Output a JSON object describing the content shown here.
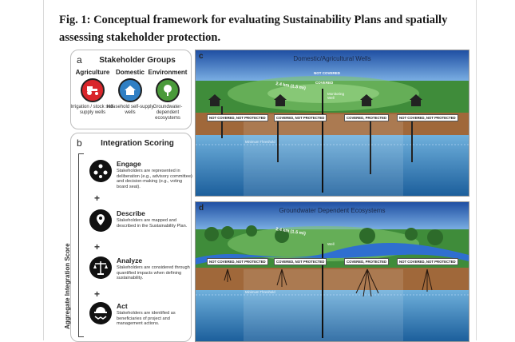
{
  "caption": "Fig. 1: Conceptual framework for evaluating Sustainability Plans and spatially assessing stakeholder protection.",
  "panel_a": {
    "letter": "a",
    "title": "Stakeholder Groups",
    "groups": [
      {
        "heading": "Agriculture",
        "desc": "Irrigation / stock self-supply wells",
        "color": "#d9262b",
        "icon": "tractor-icon"
      },
      {
        "heading": "Domestic",
        "desc": "Household self-supply wells",
        "color": "#2f7fc4",
        "icon": "house-tap-icon"
      },
      {
        "heading": "Environment",
        "desc": "Groundwater-dependent ecosystems",
        "color": "#4a9a3a",
        "icon": "tree-icon"
      }
    ]
  },
  "panel_b": {
    "letter": "b",
    "title": "Integration Scoring",
    "vertical_label": "Aggregate Integration Score",
    "plus": "+",
    "steps": [
      {
        "title": "Engage",
        "desc": "Stakeholders are represented in deliberation (e.g., advisory committee) and decision-making (e.g., voting board seat).",
        "icon": "people-network-icon"
      },
      {
        "title": "Describe",
        "desc": "Stakeholders are mapped and described in the Sustainability Plan.",
        "icon": "map-pin-icon"
      },
      {
        "title": "Analyze",
        "desc": "Stakeholders are considered through quantified impacts when defining sustainability.",
        "icon": "scale-icon"
      },
      {
        "title": "Act",
        "desc": "Stakeholders are identified as beneficiaries of project and management actions.",
        "icon": "handshake-hardhat-icon"
      }
    ]
  },
  "panel_c": {
    "letter": "c",
    "title": "Domestic/Agricultural Wells",
    "not_covered": "NOT COVERED",
    "covered": "COVERED",
    "distance": "2.4 km (1.5 mi)",
    "monitoring_well": "Monitoring Well",
    "well": "Well",
    "min_threshold": "Minimum Threshold",
    "tags": [
      "NOT COVERED, NOT PROTECTED",
      "COVERED, NOT PROTECTED",
      "COVERED, PROTECTED",
      "NOT COVERED, NOT PROTECTED"
    ]
  },
  "panel_d": {
    "letter": "d",
    "title": "Groundwater Dependent Ecosystems",
    "distance": "2.4 km (1.5 mi)",
    "well": "Well",
    "min_threshold": "Minimum Threshold",
    "tags": [
      "NOT COVERED, NOT PROTECTED",
      "COVERED, NOT PROTECTED",
      "COVERED, PROTECTED",
      "NOT COVERED, NOT PROTECTED"
    ]
  }
}
